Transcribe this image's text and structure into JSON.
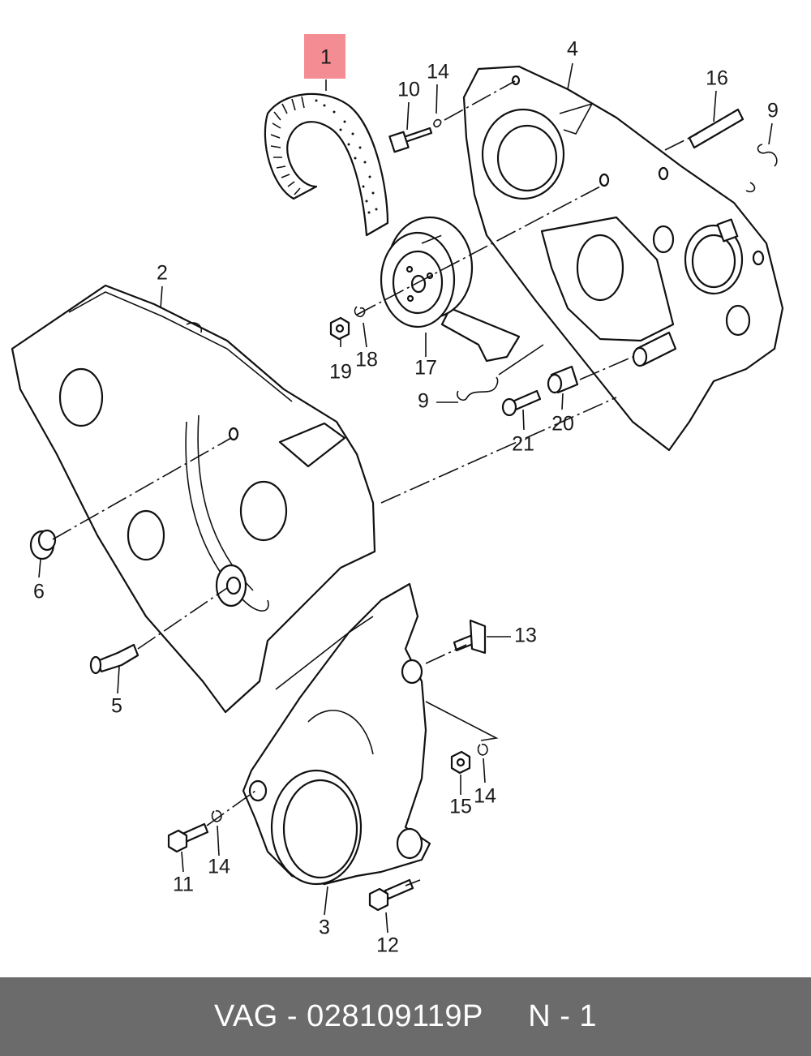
{
  "diagram": {
    "highlight_color": "#f48c93",
    "callouts": {
      "c1": "1",
      "c2": "2",
      "c3": "3",
      "c4": "4",
      "c5": "5",
      "c6": "6",
      "c9a": "9",
      "c9b": "9",
      "c10": "10",
      "c11": "11",
      "c12": "12",
      "c13": "13",
      "c14a": "14",
      "c14b": "14",
      "c14c": "14",
      "c15": "15",
      "c16": "16",
      "c17": "17",
      "c18": "18",
      "c19": "19",
      "c20": "20",
      "c21": "21"
    }
  },
  "footer": {
    "brand": "VAG",
    "separator": " - ",
    "part_number": "028109119P",
    "gap": "     ",
    "position_label": "N - 1"
  }
}
